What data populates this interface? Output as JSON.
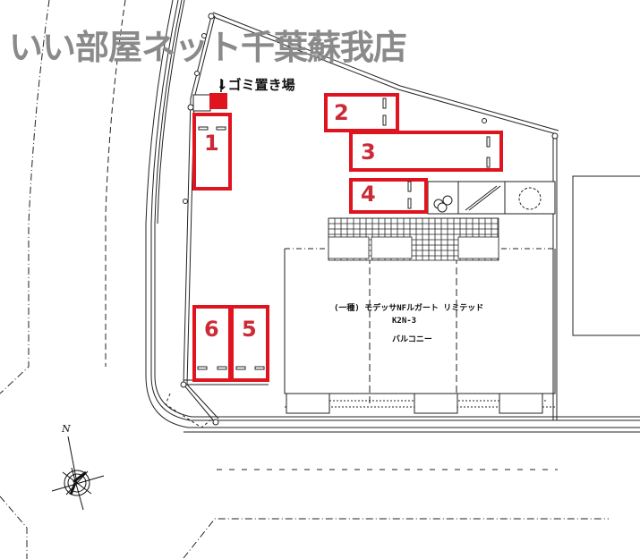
{
  "header": {
    "watermark": "いい部屋ネット千葉蘇我店"
  },
  "labels": {
    "garbage_area": "↓ゴミ置き場",
    "north": "N"
  },
  "building": {
    "name_line1": "(一種) モデッサNFルガート リミテッド",
    "name_line2": "K2N-3",
    "name_line3": "バルコニー"
  },
  "parking_spots": [
    {
      "id": "1",
      "label": "1"
    },
    {
      "id": "2",
      "label": "2"
    },
    {
      "id": "3",
      "label": "3"
    },
    {
      "id": "4",
      "label": "4"
    },
    {
      "id": "5",
      "label": "5"
    },
    {
      "id": "6",
      "label": "6"
    }
  ],
  "colors": {
    "highlight_red": "#e0141e",
    "spot_number": "#cc2a36",
    "watermark_gray": "#8a8a8a",
    "line": "#111111"
  }
}
